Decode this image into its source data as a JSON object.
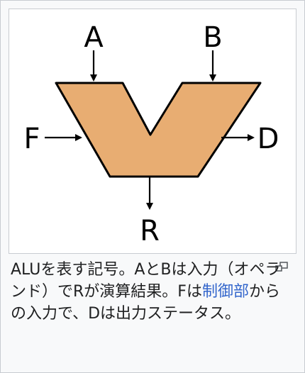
{
  "diagram": {
    "input_a": "A",
    "input_b": "B",
    "input_f": "F",
    "output_d": "D",
    "output_r": "R",
    "colors": {
      "body_fill": "#e8ad72",
      "stroke": "#000000"
    }
  },
  "caption": {
    "text_before": "ALUを表す記号。AとBは入力（オペランド）でRが演算結果。Fは",
    "link_text": "制御部",
    "text_after": "からの入力で、Dは出力ステータス。",
    "magnify_icon": "enlarge-icon",
    "link_color": "#3366cc"
  }
}
